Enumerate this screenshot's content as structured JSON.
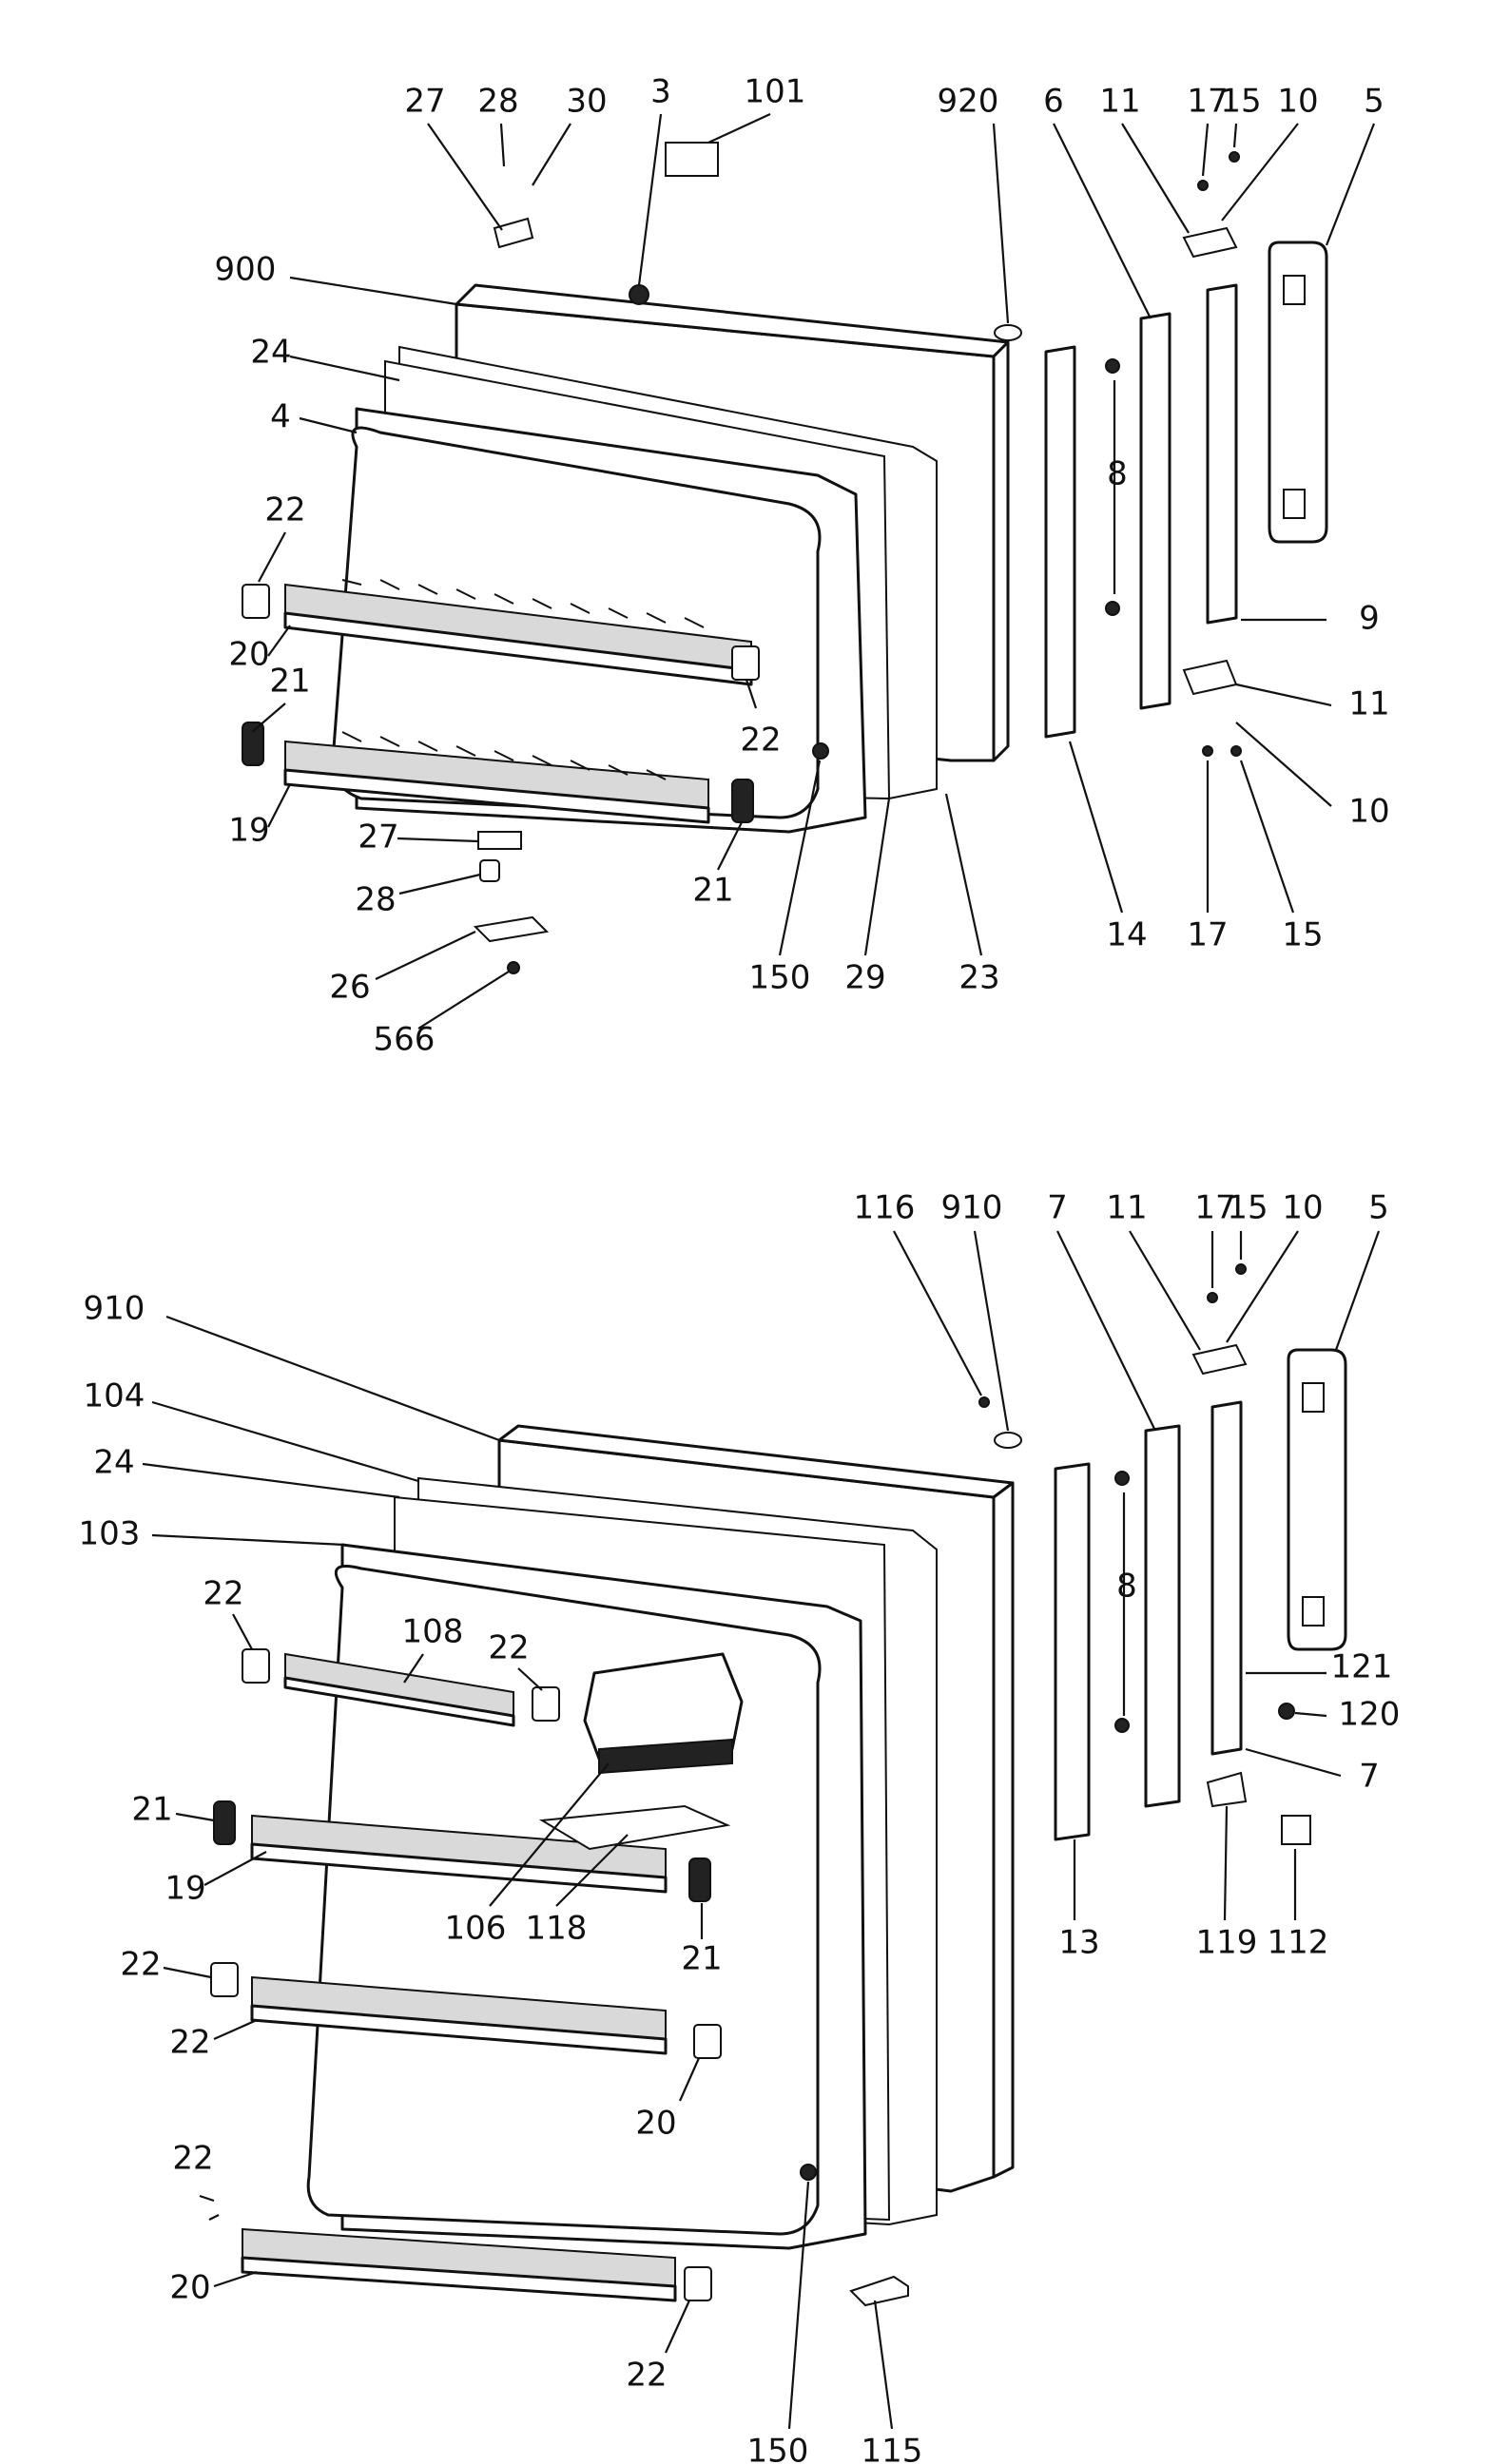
{
  "top_assembly": {
    "callouts": [
      "27",
      "28",
      "30",
      "3",
      "101",
      "900",
      "24",
      "4",
      "22",
      "20",
      "21",
      "19",
      "27",
      "28",
      "26",
      "566",
      "920",
      "6",
      "11",
      "17",
      "15",
      "10",
      "5",
      "8",
      "9",
      "11",
      "10",
      "17",
      "15",
      "14",
      "23",
      "29",
      "150",
      "21",
      "22"
    ]
  },
  "bottom_assembly": {
    "callouts": [
      "116",
      "910",
      "7",
      "11",
      "17",
      "15",
      "10",
      "5",
      "910",
      "104",
      "24",
      "103",
      "22",
      "108",
      "22",
      "21",
      "19",
      "106",
      "118",
      "21",
      "22",
      "20",
      "22",
      "22",
      "20",
      "22",
      "150",
      "115",
      "8",
      "121",
      "120",
      "7",
      "13",
      "119",
      "112"
    ]
  }
}
